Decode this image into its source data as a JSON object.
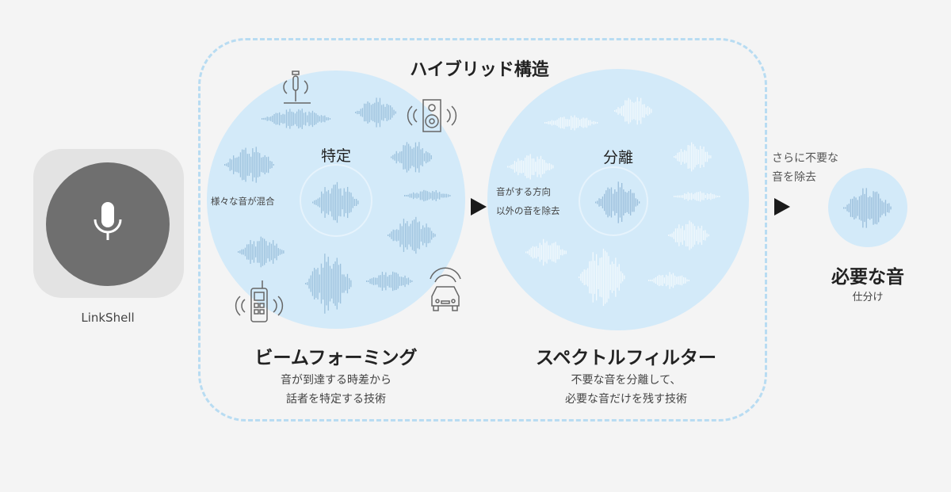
{
  "device": {
    "label": "LinkShell",
    "icon": "microphone-icon"
  },
  "hybrid": {
    "title": "ハイブリッド構造"
  },
  "beamforming": {
    "circle_label": "特定",
    "mixed_note": "様々な音が混合",
    "heading": "ビームフォーミング",
    "desc_line1": "音が到達する時差から",
    "desc_line2": "話者を特定する技術",
    "icons": [
      "drill-icon",
      "speaker-icon",
      "walkie-talkie-icon",
      "car-icon"
    ]
  },
  "spectral": {
    "circle_label": "分離",
    "note_line1": "音がする方向",
    "note_line2": "以外の音を除去",
    "heading": "スペクトルフィルター",
    "desc_line1": "不要な音を分離して、",
    "desc_line2": "必要な音だけを残す技術"
  },
  "result": {
    "note_line1": "さらに不要な",
    "note_line2": "音を除去",
    "heading": "必要な音",
    "sub": "仕分け"
  },
  "colors": {
    "background": "#f4f4f4",
    "circle": "#d3eaf9",
    "dashed_border": "#b8dcf2",
    "wave": "#8fb6d6"
  }
}
